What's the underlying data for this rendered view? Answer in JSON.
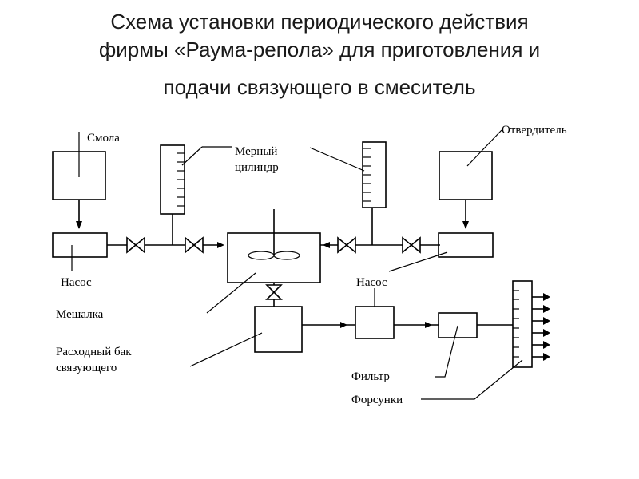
{
  "title": {
    "line1": "Схема установки периодического действия",
    "line2": "фирмы «Раума-репола» для приготовления и",
    "line3": "подачи связующего в смеситель"
  },
  "labels": {
    "resin": "Смола",
    "measuring_cylinder_1": "Мерный",
    "measuring_cylinder_2": "цилиндр",
    "hardener": "Отвердитель",
    "pump_left": "Насос",
    "pump_right": "Насос",
    "mixer": "Мешалка",
    "tank_1": "Расходный бак",
    "tank_2": "связующего",
    "filter": "Фильтр",
    "nozzles": "Форсунки"
  }
}
